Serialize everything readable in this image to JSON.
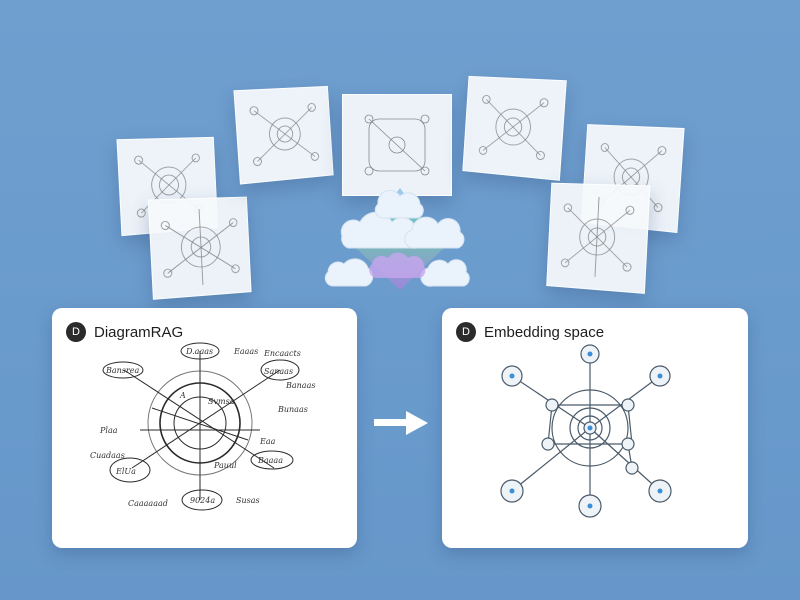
{
  "colors": {
    "background": "#6a9bcd",
    "panel": "#ffffff",
    "node_fill": "#eef3f8",
    "node_stroke": "#4a5a6a",
    "node_dot": "#3a8fd6",
    "cloud": "#eaf2fb",
    "prism_green": "#6fd3a8",
    "prism_purple": "#b07fe0",
    "arrow": "#ffffff"
  },
  "left_panel": {
    "badge": "D",
    "title": "DiagramRAG",
    "handwritten_labels": [
      "D.aaas",
      "Eaaas",
      "Bansrea",
      "Encaacts",
      "Sanaas",
      "Banaas",
      "A",
      "Svmsa",
      "Plaa",
      "Bunaas",
      "Eaa",
      "Cuadaas",
      "ElUa",
      "Pauul",
      "Baaaa",
      "Caaaaaad",
      "9024a",
      "Susas"
    ]
  },
  "right_panel": {
    "badge": "D",
    "title": "Embedding space"
  },
  "arrow": {
    "icon": "right-arrow-icon"
  }
}
